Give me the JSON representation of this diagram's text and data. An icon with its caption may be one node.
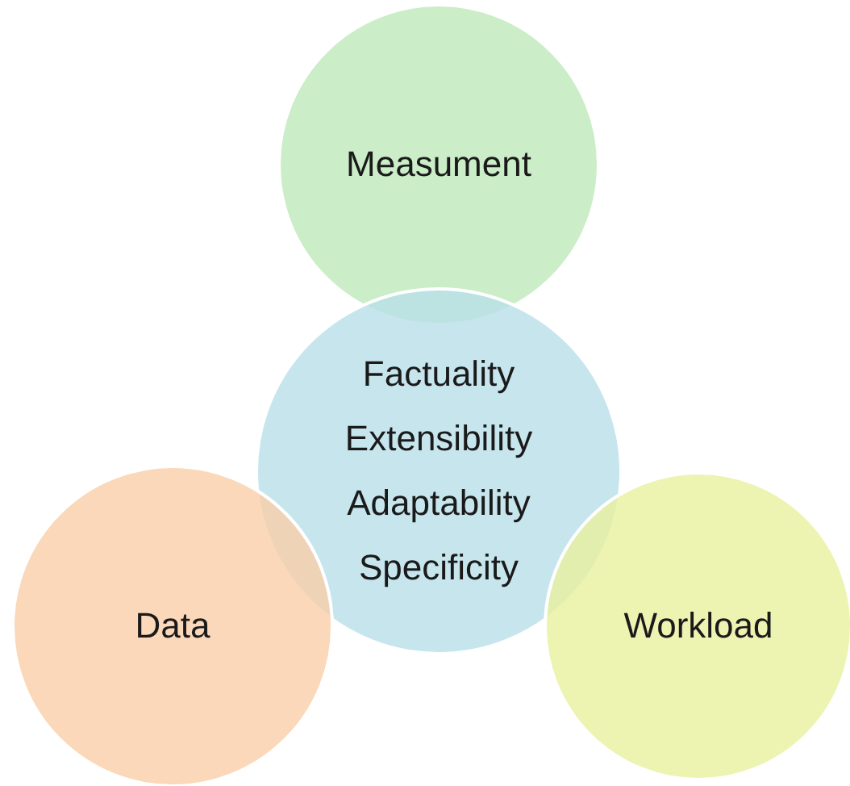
{
  "diagram": {
    "nodes": [
      {
        "text": [
          "Measument"
        ]
      },
      {
        "text": [
          "Factuality",
          "Extensibility",
          "Adaptability",
          "Specificity"
        ]
      },
      {
        "text": [
          "Data"
        ]
      },
      {
        "text": [
          "Workload"
        ]
      }
    ],
    "edges": []
  }
}
